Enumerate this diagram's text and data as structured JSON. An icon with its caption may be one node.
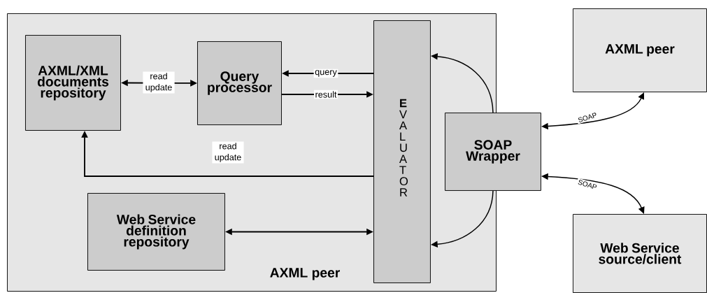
{
  "diagram": {
    "nodes": [
      {
        "text": [
          "AXML peer"
        ]
      },
      {
        "text": [
          "AXML/XML documents repository"
        ],
        "in": 0
      },
      {
        "text": [
          "Query processor"
        ],
        "in": 0
      },
      {
        "text": [
          "Web Service definition repository"
        ],
        "in": 0
      },
      {
        "text": [
          "**E**VALUATOR"
        ],
        "in": 0
      },
      {
        "text": [
          "SOAP Wrapper"
        ]
      },
      {
        "text": [
          "AXML peer"
        ]
      },
      {
        "text": [
          "Web Service source/client"
        ]
      }
    ],
    "edges": [
      {
        "from": 1,
        "to": 2,
        "arrow": "both",
        "label": "read update"
      },
      {
        "from": 4,
        "to": 2,
        "arrow": "to",
        "label": "query"
      },
      {
        "from": 2,
        "to": 4,
        "arrow": "to",
        "label": "result"
      },
      {
        "from": 4,
        "to": 1,
        "arrow": "to",
        "label": "read update"
      },
      {
        "from": 3,
        "to": 4,
        "arrow": "both"
      },
      {
        "from": 5,
        "to": 4,
        "arrow": "to"
      },
      {
        "from": 5,
        "to": 4,
        "arrow": "to"
      },
      {
        "from": 5,
        "to": 6,
        "arrow": "both",
        "label": "SOAP"
      },
      {
        "from": 5,
        "to": 7,
        "arrow": "both",
        "label": "SOAP"
      }
    ]
  }
}
